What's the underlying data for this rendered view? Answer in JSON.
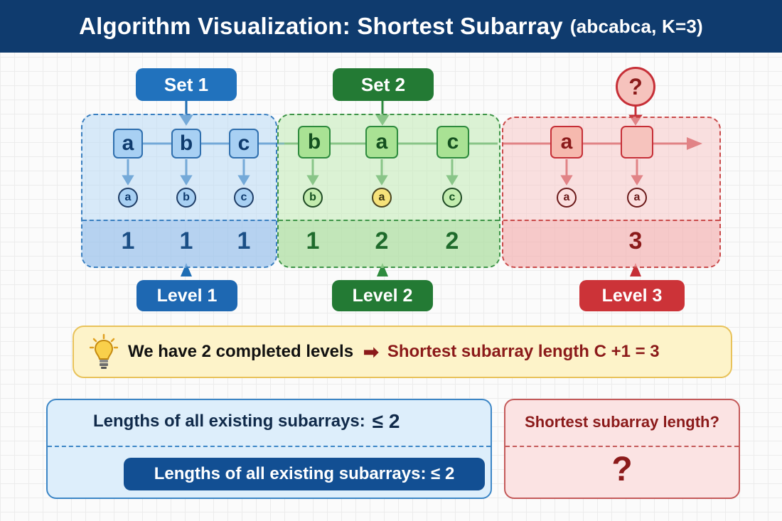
{
  "header": {
    "title": "Algorithm Visualization: Shortest Subarray",
    "params": "(abcabca, K=3)"
  },
  "colors": {
    "blue": "#1f6eb4",
    "green": "#2e8b3e",
    "red": "#c62f37",
    "dark_red": "#8b1a1a",
    "header_bg": "#0f3b6e"
  },
  "sets": [
    {
      "label": "Set 1",
      "level": "Level 1",
      "chars": [
        "a",
        "b",
        "c"
      ],
      "mapped": [
        "a",
        "b",
        "c"
      ],
      "counts": [
        "1",
        "1",
        "1"
      ]
    },
    {
      "label": "Set 2",
      "level": "Level 2",
      "chars": [
        "b",
        "a",
        "c"
      ],
      "mapped": [
        "b",
        "a",
        "c"
      ],
      "counts": [
        "1",
        "2",
        "2"
      ]
    },
    {
      "label": "?",
      "level": "Level 3",
      "chars": [
        "a",
        ""
      ],
      "mapped": [
        "a",
        "a"
      ],
      "count": "3"
    }
  ],
  "tip": {
    "icon": "lightbulb-icon",
    "left": "We have 2 completed levels",
    "arrow": "➡",
    "right": "Shortest subarray length C +1 = 3"
  },
  "panels": {
    "left": {
      "top": "Lengths of all existing subarrays:",
      "top_value": "≤ 2",
      "bottom": "Lengths of all existing subarrays: ≤ 2"
    },
    "right": {
      "top": "Shortest subarray length?",
      "bottom": "?"
    }
  }
}
